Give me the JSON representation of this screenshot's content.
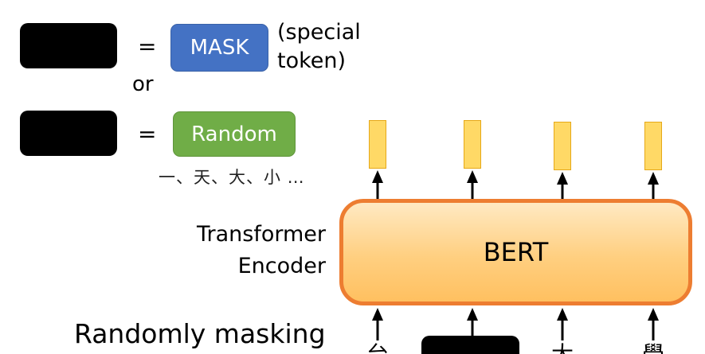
{
  "legend": {
    "equals_sign": "=",
    "or_text": "or",
    "mask_token_label": "MASK",
    "mask_note_line1": "(special",
    "mask_note_line2": "token)",
    "random_token_label": "Random",
    "random_examples": "一、天、大、小 …"
  },
  "model": {
    "bert_label": "BERT",
    "encoder_label_line1": "Transformer",
    "encoder_label_line2": "Encoder"
  },
  "caption": {
    "title": "Randomly masking"
  },
  "inputs": {
    "chars": [
      "台",
      "大",
      "學"
    ]
  },
  "colors": {
    "mask_blue": "#4472C4",
    "random_green": "#70AD47",
    "bert_border_orange": "#ED7D31",
    "bert_fill": "#FFCF80",
    "output_vector_fill": "#FFD966",
    "masked_token_black": "#000000"
  }
}
